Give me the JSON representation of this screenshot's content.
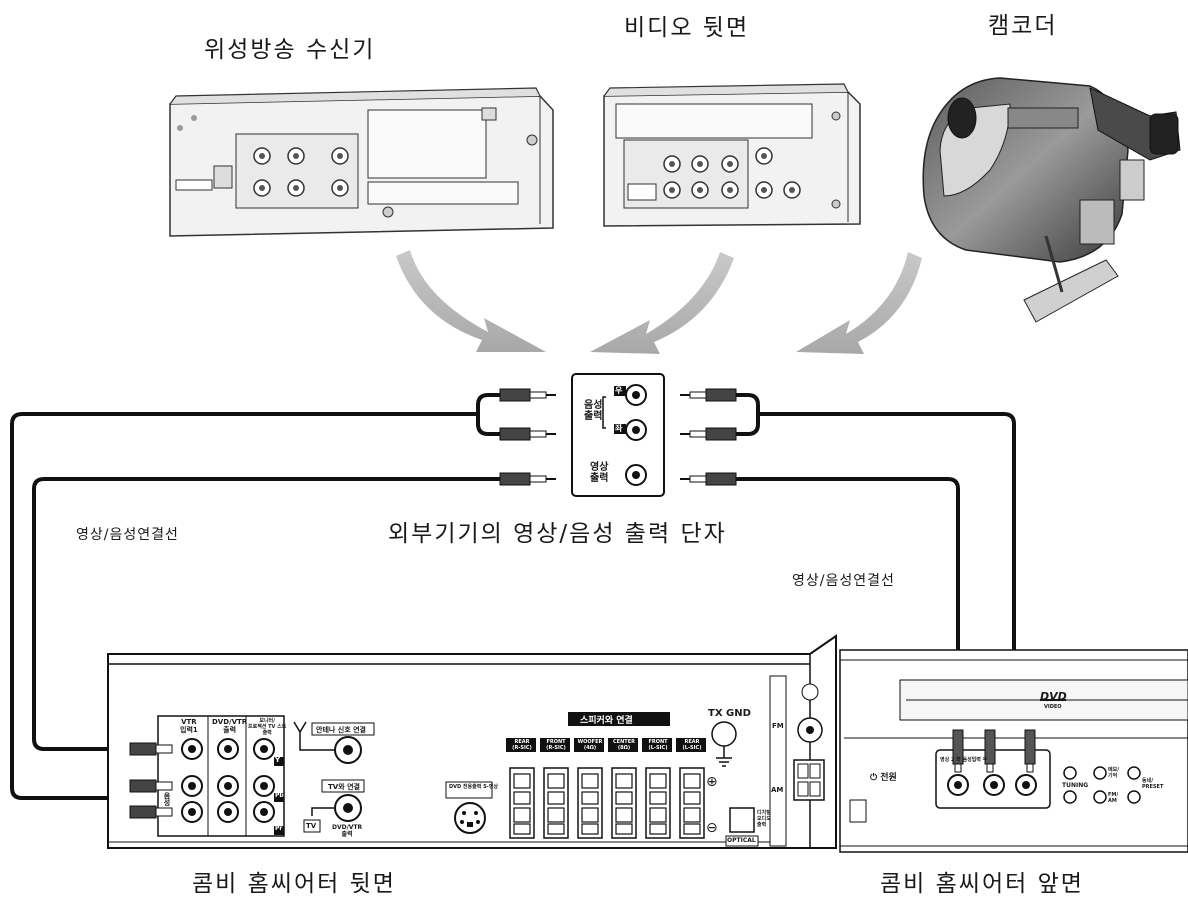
{
  "labels": {
    "satellite_receiver": "위성방송 수신기",
    "vcr_rear": "비디오 뒷면",
    "camcorder": "캠코더",
    "external_terminals": "외부기기의 영상/음성 출력 단자",
    "av_cable_left": "영상/음성연결선",
    "av_cable_right": "영상/음성연결선",
    "theater_rear": "콤비 홈씨어터 뒷면",
    "theater_front": "콤비 홈씨어터 앞면"
  },
  "terminal_panel": {
    "audio_out": "음성\n출력",
    "audio_out_l1": "음성",
    "audio_out_l2": "출력",
    "right_mark": "우",
    "left_mark": "좌",
    "video_out_l1": "영상",
    "video_out_l2": "출력"
  },
  "rear_panel": {
    "vtr_in_l1": "VTR",
    "vtr_in_l2": "입력1",
    "dvd_vtr_out_l1": "DVD/VTR",
    "dvd_vtr_out_l2": "출력",
    "monitor_out_l1": "모니터/",
    "monitor_out_l2": "프로젝션 TV 스트",
    "monitor_out_l3": "출력",
    "audio_side": "음성",
    "antenna_label": "안테나 신호 연결",
    "tv_connect": "TV와 연결",
    "tv_box": "TV",
    "dvd_vtr_rf_l1": "DVD/VTR",
    "dvd_vtr_rf_l2": "출력",
    "dvd_svideo_l1": "DVD 전용출력",
    "dvd_svideo_l2": "S-영상",
    "dvd_svideo_l3": "출력",
    "speaker_title": "스피커와 연결",
    "speakers": [
      {
        "l1": "REAR",
        "l2": "(R-SIC)"
      },
      {
        "l1": "FRONT",
        "l2": "(R-SIC)"
      },
      {
        "l1": "WOOFER",
        "l2": "(4Ω)"
      },
      {
        "l1": "CENTER",
        "l2": "(8Ω)"
      },
      {
        "l1": "FRONT",
        "l2": "(L-SIC)"
      },
      {
        "l1": "REAR",
        "l2": "(L-SIC)"
      }
    ],
    "plus": "⊕",
    "minus": "⊖",
    "tx_gnd": "TX GND",
    "fm": "FM",
    "am": "AM",
    "optical": "OPTICAL",
    "digital_out_l1": "디지털",
    "digital_out_l2": "오디오",
    "digital_out_l3": "출력",
    "y": "Y",
    "pb": "Pb",
    "pr": "Pr"
  },
  "front_panel": {
    "power": "⏻ 전원",
    "input_label": "영상  2  좌  음성입력  우",
    "dvd_logo": "DVD",
    "video_sub": "VIDEO",
    "tuning": "TUNING",
    "memory_l1": "메모/",
    "memory_l2": "기억",
    "fm_am_l1": "FM/",
    "fm_am_l2": "AM",
    "preset_l1": "동네/",
    "preset_l2": "PRESET"
  }
}
